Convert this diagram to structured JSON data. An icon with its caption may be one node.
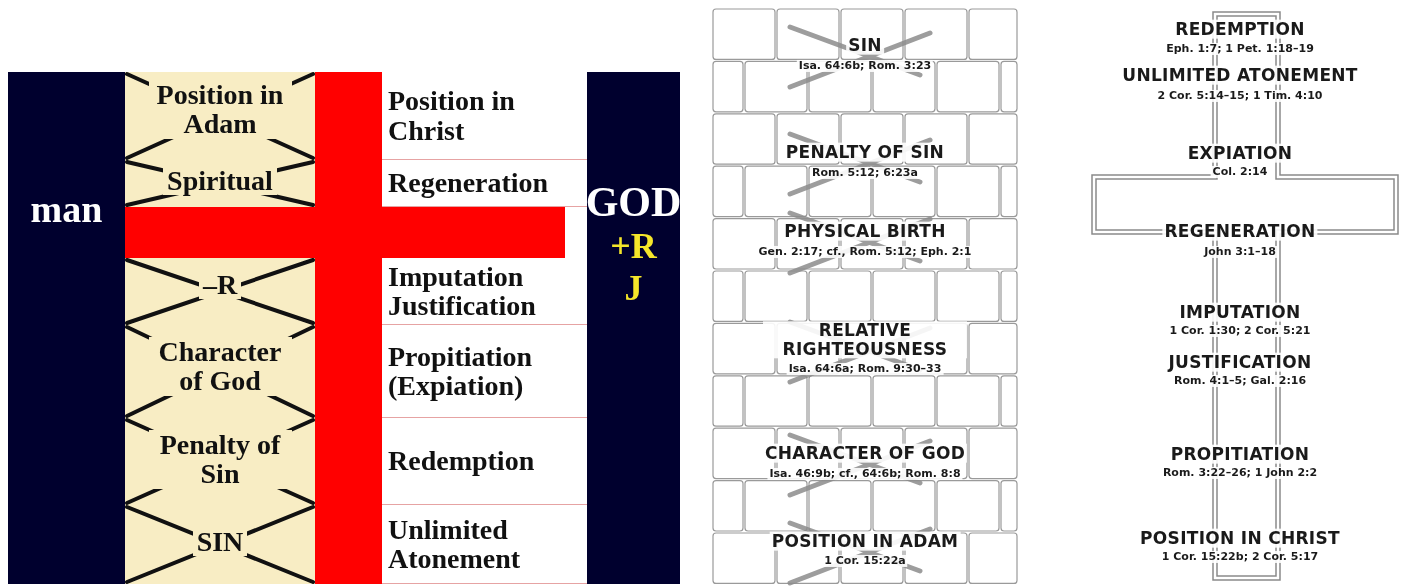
{
  "diagram": {
    "nodes": [
      {
        "text": [
          "man"
        ]
      },
      {
        "text": [
          "Position in Adam"
        ]
      },
      {
        "text": [
          "Spiritual"
        ]
      },
      {
        "text": [
          "–R"
        ]
      },
      {
        "text": [
          "Character of God"
        ]
      },
      {
        "text": [
          "Penalty of Sin"
        ]
      },
      {
        "text": [
          "SIN"
        ]
      },
      {
        "text": [
          "Position in Christ"
        ]
      },
      {
        "text": [
          "Regeneration"
        ]
      },
      {
        "text": [
          "Imputation Justification"
        ]
      },
      {
        "text": [
          "Propitiation (Expiation)"
        ]
      },
      {
        "text": [
          "Redemption"
        ]
      },
      {
        "text": [
          "Unlimited Atonement"
        ]
      },
      {
        "text": [
          "GOD",
          "+R",
          "J"
        ]
      }
    ],
    "labels": [
      "SIN",
      "Isa. 64:6b; Rom. 3:23",
      "PENALTY OF SIN",
      "Rom. 5:12; 6:23a",
      "PHYSICAL BIRTH",
      "Gen. 2:17; cf., Rom. 5:12; Eph. 2:1",
      "RELATIVE RIGHTEOUSNESS",
      "Isa. 64:6a; Rom. 9:30–33",
      "CHARACTER OF GOD",
      "Isa. 46:9b; cf., 64:6b; Rom. 8:8",
      "POSITION IN ADAM",
      "1 Cor. 15:22a",
      "REDEMPTION",
      "Eph. 1:7; 1 Pet. 1:18–19",
      "UNLIMITED ATONEMENT",
      "2 Cor. 5:14–15; 1 Tim. 4:10",
      "EXPIATION",
      "Col. 2:14",
      "REGENERATION",
      "John 3:1–18",
      "IMPUTATION",
      "1 Cor. 1:30; 2 Cor. 5:21",
      "JUSTIFICATION",
      "Rom. 4:1–5; Gal. 2:16",
      "PROPITIATION",
      "Rom. 3:22–26; 1 John 2:2",
      "POSITION IN CHRIST",
      "1 Cor. 15:22b; 2 Cor. 5:17"
    ]
  }
}
